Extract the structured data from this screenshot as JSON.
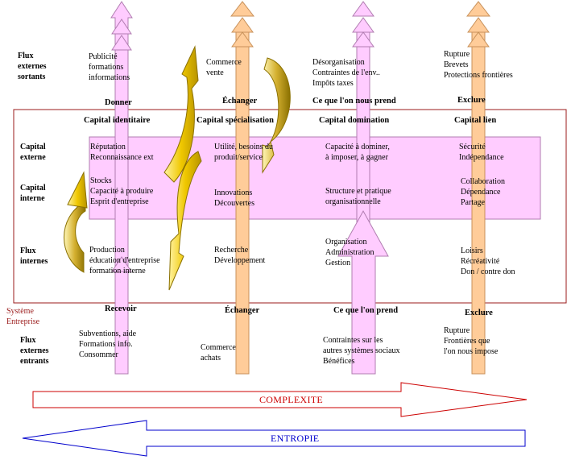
{
  "row_labels": {
    "flux_sortants": [
      "Flux",
      "externes",
      "sortants"
    ],
    "capital_externe": [
      "Capital",
      "externe"
    ],
    "capital_interne": [
      "Capital",
      "interne"
    ],
    "flux_internes": [
      "Flux",
      "internes"
    ],
    "flux_entrants": [
      "Flux",
      "externes",
      "entrants"
    ]
  },
  "system_label": [
    "Système",
    "Entreprise"
  ],
  "columns": [
    {
      "top_header": "Donner",
      "capital_header": "Capital identitaire",
      "sortants": [
        "Publicité",
        "formations",
        "informations"
      ],
      "externe": [
        "Réputation",
        "Reconnaissance ext"
      ],
      "interne": [
        "Stocks",
        "Capacité à produire",
        "Esprit d'entreprise"
      ],
      "internes": [
        "Production",
        "éducation d'entreprise",
        "formation interne"
      ],
      "bottom_header": "Recevoir",
      "entrants": [
        "Subventions, aide",
        "Formations info.",
        "Consommer"
      ]
    },
    {
      "top_header": "Échanger",
      "capital_header": "Capital spécialisation",
      "sortants": [
        "Commerce",
        "vente"
      ],
      "externe": [
        "Utilité, besoins du",
        "produit/service"
      ],
      "interne": [
        "Innovations",
        "Découvertes"
      ],
      "internes": [
        "Recherche",
        "Développement"
      ],
      "bottom_header": "Échanger",
      "entrants": [
        "Commerce",
        "achats"
      ]
    },
    {
      "top_header": "Ce que l'on nous prend",
      "capital_header": "Capital domination",
      "sortants": [
        "Désorganisation",
        "Contraintes de l'env..",
        "Impôts taxes"
      ],
      "externe": [
        "Capacité à dominer,",
        "à imposer, à gagner"
      ],
      "interne": [
        "Structure et pratique",
        "organisationnelle"
      ],
      "internes": [
        "Organisation",
        "Administration",
        "Gestion"
      ],
      "bottom_header": "Ce que l'on prend",
      "entrants": [
        "Contraintes sur les",
        "autres systèmes sociaux",
        "Bénéfices"
      ]
    },
    {
      "top_header": "Exclure",
      "capital_header": "Capital lien",
      "sortants": [
        "Rupture",
        "Brevets",
        "Protections frontières"
      ],
      "externe": [
        "Sécurité",
        "Indépendance"
      ],
      "interne": [
        "Collaboration",
        "Dépendance",
        "Partage"
      ],
      "internes": [
        "Loisirs",
        "Récréativité",
        "Don / contre don"
      ],
      "bottom_header": "Exclure",
      "entrants": [
        "Rupture",
        "Frontières que",
        "l'on nous impose"
      ]
    }
  ],
  "bottom_arrows": {
    "complexite": "COMPLEXITE",
    "entropie": "ENTROPIE"
  },
  "colors": {
    "pink_fill": "#ffccff",
    "pink_stroke": "#b07cb0",
    "orange_fill": "#ffcc99",
    "orange_stroke": "#c8915a",
    "curl_fill": "#e6c200",
    "curl_stroke": "#8a7000",
    "system_border": "#9b1b1b",
    "complexite": "#cc0000",
    "entropie": "#0000cc"
  }
}
